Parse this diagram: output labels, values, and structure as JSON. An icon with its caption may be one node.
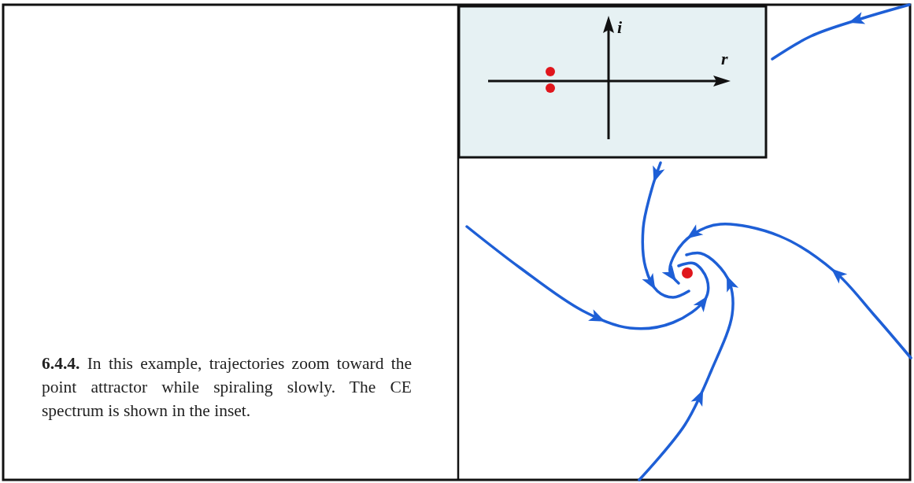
{
  "diagram": {
    "caption": "**6.4.4.** In this example, trajectories zoom toward the point attractor while spiraling slowly. The CE spectrum is shown in the inset.",
    "labels": [
      "i",
      "r"
    ]
  }
}
